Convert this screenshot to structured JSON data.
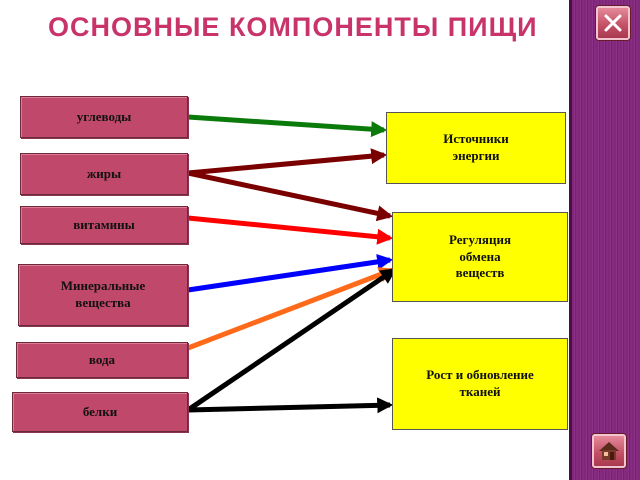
{
  "title": "ОСНОВНЫЕ КОМПОНЕНТЫ ПИЩИ",
  "components": [
    "углеводы",
    "жиры",
    "витамины",
    "Минеральные\nвещества",
    "вода",
    "белки"
  ],
  "functions": [
    "Источники\nэнергии",
    "Регуляция\nобмена\nвеществ",
    "Рост и обновление\nтканей"
  ],
  "links": [
    {
      "from": "углеводы",
      "to": "Источники энергии",
      "color": "#0a7a0a"
    },
    {
      "from": "жиры",
      "to": "Источники энергии",
      "color": "#7a0000"
    },
    {
      "from": "жиры",
      "to": "Регуляция обмена веществ",
      "color": "#7a0000"
    },
    {
      "from": "витамины",
      "to": "Регуляция обмена веществ",
      "color": "#ff0000"
    },
    {
      "from": "Минеральные вещества",
      "to": "Регуляция обмена веществ",
      "color": "#0000ff"
    },
    {
      "from": "вода",
      "to": "Регуляция обмена веществ",
      "color": "#ff6a1a"
    },
    {
      "from": "белки",
      "to": "Регуляция обмена веществ",
      "color": "#000000"
    },
    {
      "from": "белки",
      "to": "Рост и обновление тканей",
      "color": "#000000"
    }
  ],
  "colors": {
    "title": "#c8336a",
    "component_box": "#c0486a",
    "function_box": "#ffff00",
    "side_strip": "#7a2676"
  },
  "icons": {
    "close": "close-icon",
    "home": "home-icon"
  }
}
